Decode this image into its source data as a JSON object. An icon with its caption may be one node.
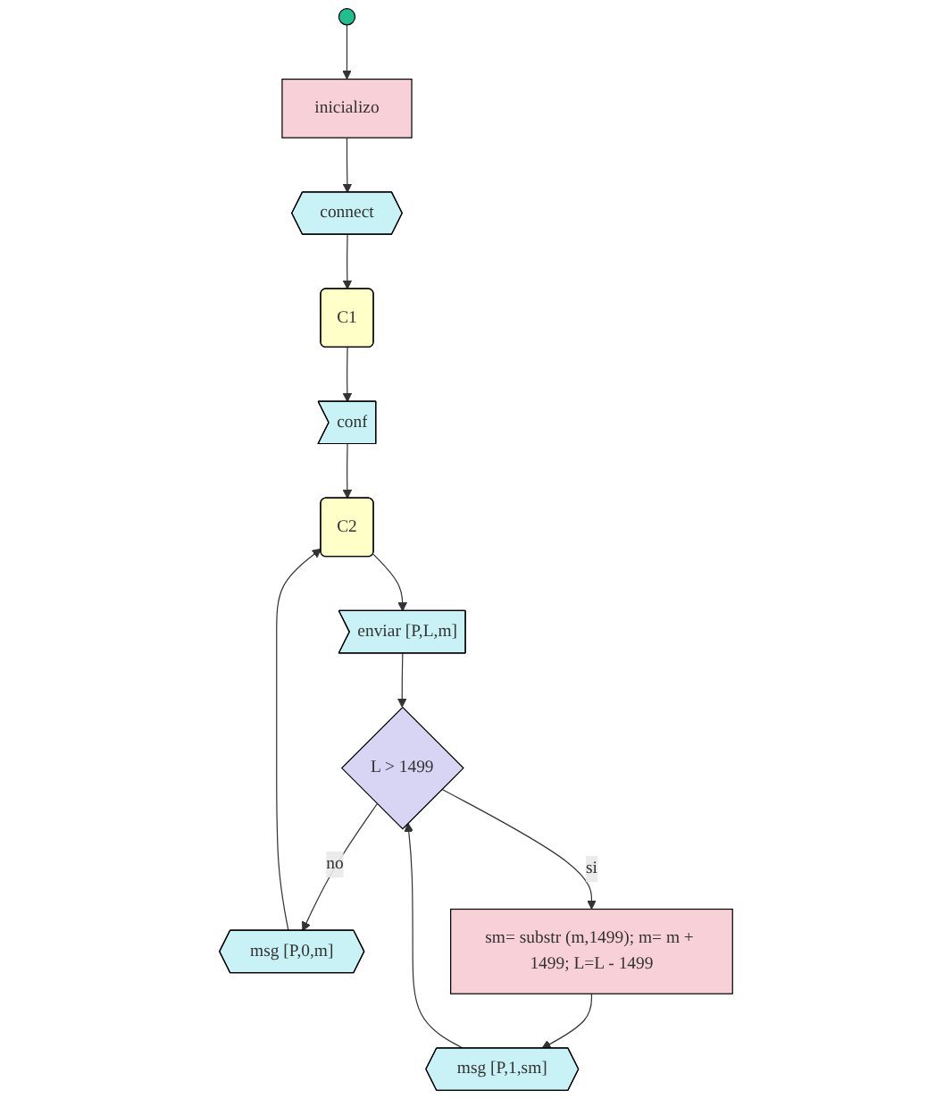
{
  "diagram": {
    "nodes": [
      {
        "text": [],
        "shape": "circle"
      },
      {
        "text": [
          "inicializo"
        ]
      },
      {
        "text": [
          "connect"
        ]
      },
      {
        "text": [
          "C1"
        ]
      },
      {
        "text": [
          "conf"
        ]
      },
      {
        "text": [
          "C2"
        ]
      },
      {
        "text": [
          "enviar [P,L,m]"
        ]
      },
      {
        "text": [
          "L > 1499"
        ]
      },
      {
        "text": [
          "msg [P,0,m]"
        ]
      },
      {
        "text": [
          "sm= substr (m,1499); m= m + 1499; L=L - 1499"
        ]
      },
      {
        "text": [
          "msg [P,1,sm]"
        ]
      }
    ],
    "edges": [
      {
        "from": 0,
        "to": 1,
        "arrow": "to"
      },
      {
        "from": 1,
        "to": 2,
        "arrow": "to"
      },
      {
        "from": 2,
        "to": 3,
        "arrow": "to"
      },
      {
        "from": 3,
        "to": 4,
        "arrow": "to"
      },
      {
        "from": 4,
        "to": 5,
        "arrow": "to"
      },
      {
        "from": 5,
        "to": 6,
        "arrow": "to"
      },
      {
        "from": 6,
        "to": 7,
        "arrow": "to"
      },
      {
        "from": 7,
        "to": 8,
        "arrow": "to",
        "label": "no"
      },
      {
        "from": 7,
        "to": 9,
        "arrow": "to",
        "label": "si"
      },
      {
        "from": 9,
        "to": 10,
        "arrow": "to"
      },
      {
        "from": 10,
        "to": 7,
        "arrow": "to"
      },
      {
        "from": 8,
        "to": 5,
        "arrow": "to"
      }
    ]
  }
}
